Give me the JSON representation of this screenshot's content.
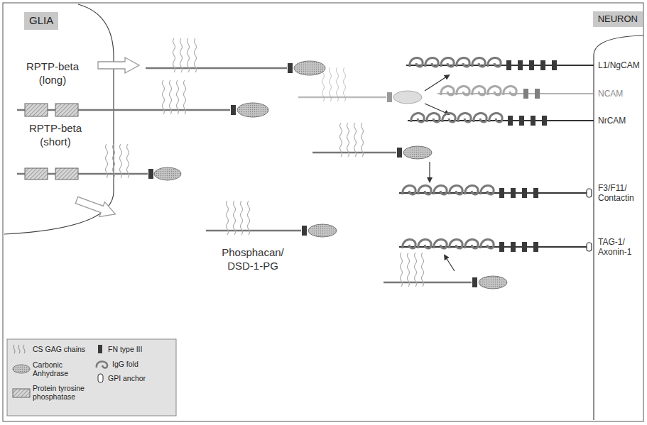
{
  "diagram": {
    "nodes": [
      {
        "text": [
          "GLIA"
        ]
      },
      {
        "text": [
          "NEURON"
        ]
      }
    ],
    "labels": [
      "RPTP-beta (long)",
      "RPTP-beta (short)",
      "Phosphacan/ DSD-1-PG",
      "L1/NgCAM",
      "NCAM",
      "NrCAM",
      "F3/F11/ Contactin",
      "TAG-1/ Axonin-1"
    ],
    "legend": [
      {
        "text": "CS GAG chains"
      },
      {
        "text": "Carbonic Anhydrase"
      },
      {
        "text": "Protein tyrosine phosphatase"
      },
      {
        "text": "FN type III"
      },
      {
        "text": "IgG fold"
      },
      {
        "text": "GPI anchor"
      }
    ]
  }
}
